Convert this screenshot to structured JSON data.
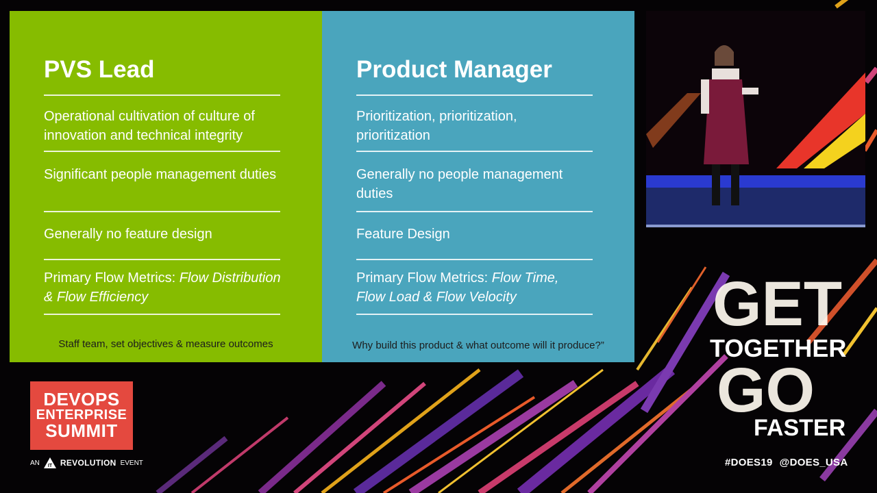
{
  "slide": {
    "left": {
      "title": "PVS Lead",
      "items": [
        "Operational cultivation of culture of innovation and technical integrity",
        "Significant people management duties",
        "Generally no feature design"
      ],
      "metrics_prefix": "Primary Flow Metrics: ",
      "metrics_value": "Flow Distribution & Flow Efficiency",
      "footer": "Staff team, set objectives & measure outcomes"
    },
    "right": {
      "title": "Product Manager",
      "items": [
        "Prioritization, prioritization, prioritization",
        "Generally no people management duties",
        "Feature Design"
      ],
      "metrics_prefix": "Primary Flow Metrics: ",
      "metrics_value": "Flow Time, Flow Load & Flow Velocity",
      "footer": "Why build this product & what outcome will it produce?”"
    },
    "colors": {
      "left_bg": "#86bc00",
      "right_bg": "#4aa5bd"
    }
  },
  "branding": {
    "logo_line1": "DEVOPS",
    "logo_line2": "ENTERPRISE",
    "logo_line3": "SUMMIT",
    "byline_an": "AN",
    "byline_brand": "REVOLUTION",
    "byline_event": "EVENT",
    "slogan_get": "GET",
    "slogan_together": "TOGETHER",
    "slogan_go": "GO",
    "slogan_faster": "FASTER",
    "hashtag": "#DOES19",
    "handle": "@DOES_USA",
    "logo_color": "#e4493f"
  }
}
